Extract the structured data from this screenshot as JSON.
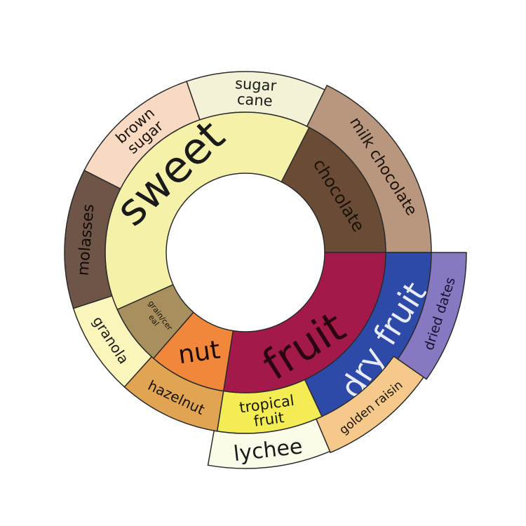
{
  "title": "flavor wheel",
  "inner_ring": [
    {
      "id": "sweet",
      "lines": [
        "sweet"
      ],
      "color": "#f6f1a9",
      "text_color": "#1a1a1a"
    },
    {
      "id": "chocolate",
      "lines": [
        "chocolate"
      ],
      "color": "#6a4b35",
      "text_color": "#1a1208"
    },
    {
      "id": "fruit",
      "lines": [
        "fruit"
      ],
      "color": "#a3194b",
      "text_color": "#2a0410"
    },
    {
      "id": "nut",
      "lines": [
        "nut"
      ],
      "color": "#f0873b",
      "text_color": "#1a0a00"
    },
    {
      "id": "grain-cereal",
      "lines": [
        "grain/cer",
        "eal"
      ],
      "color": "#a88f5e",
      "text_color": "#1a1208"
    }
  ],
  "outer_ring": [
    {
      "id": "sugar-cane",
      "lines": [
        "sugar",
        "cane"
      ],
      "color": "#f3f2d6",
      "text_color": "#1a1a1a"
    },
    {
      "id": "milk-chocolate",
      "lines": [
        "milk chocolate"
      ],
      "color": "#b9977f",
      "text_color": "#1a1208"
    },
    {
      "id": "dry-fruit",
      "lines": [
        "dry fruit"
      ],
      "color": "#2e4aa8",
      "text_color": "#e8ecf8"
    },
    {
      "id": "dried-dates",
      "lines": [
        "dried dates"
      ],
      "color": "#8679c2",
      "text_color": "#1a1030"
    },
    {
      "id": "golden-raisin",
      "lines": [
        "golden raisin"
      ],
      "color": "#f4c98a",
      "text_color": "#1a1208"
    },
    {
      "id": "tropical-fruit",
      "lines": [
        "tropical",
        "fruit"
      ],
      "color": "#f3ec55",
      "text_color": "#1a1a00"
    },
    {
      "id": "lychee",
      "lines": [
        "lychee"
      ],
      "color": "#fbfbea",
      "text_color": "#1a1a1a"
    },
    {
      "id": "hazelnut",
      "lines": [
        "hazelnut"
      ],
      "color": "#e1a452",
      "text_color": "#1a1208"
    },
    {
      "id": "granola",
      "lines": [
        "granola"
      ],
      "color": "#faf5ba",
      "text_color": "#1a1a1a"
    },
    {
      "id": "molasses",
      "lines": [
        "molasses"
      ],
      "color": "#6e5547",
      "text_color": "#120a05"
    },
    {
      "id": "brown-sugar",
      "lines": [
        "brown",
        "sugar"
      ],
      "color": "#f8d9c2",
      "text_color": "#1a1208"
    }
  ],
  "stroke_color": "#2b2b2b"
}
